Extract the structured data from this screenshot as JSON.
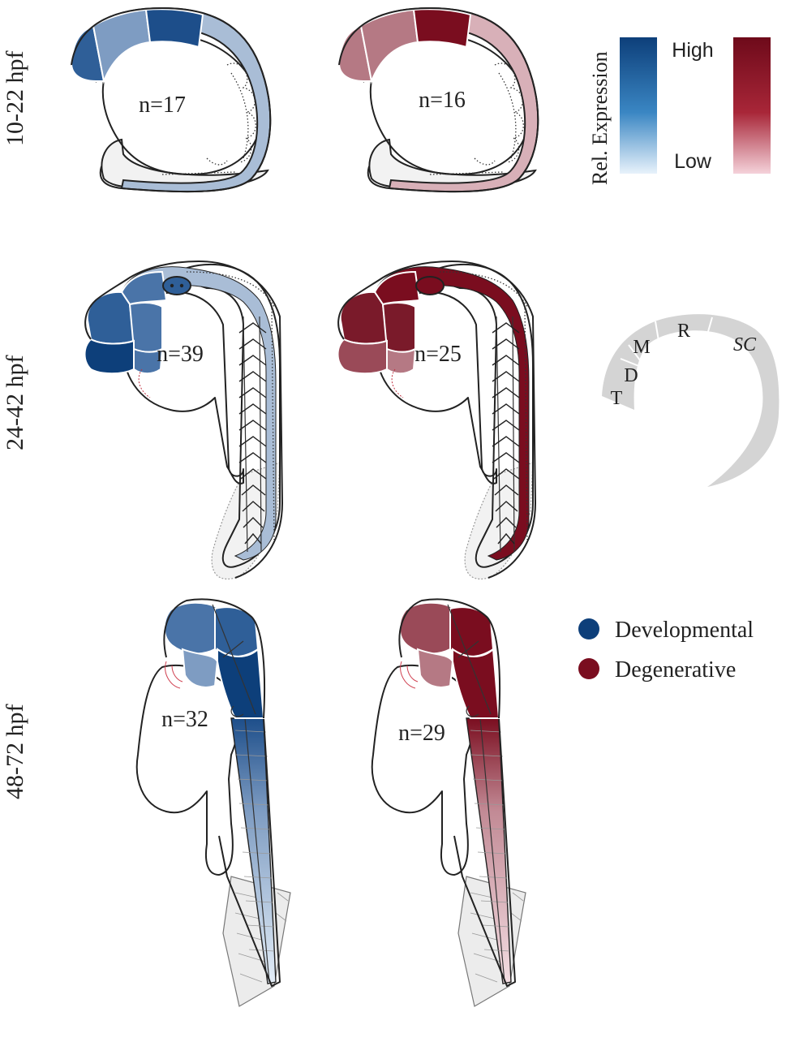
{
  "stage_labels": [
    "10-22 hpf",
    "24-42 hpf",
    "48-72 hpf"
  ],
  "counts": {
    "dev_10_22": "n=17",
    "deg_10_22": "n=16",
    "dev_24_42": "n=39",
    "deg_24_42": "n=25",
    "dev_48_72": "n=32",
    "deg_48_72": "n=29"
  },
  "scale_legend": {
    "title": "Rel. Expression",
    "high": "High",
    "low": "Low",
    "colors": {
      "blue_high": "#0d3f7a",
      "blue_low": "#e8f2fb",
      "red_high": "#6e0a1a",
      "red_low": "#f4d2da"
    }
  },
  "region_key": {
    "regions": [
      "T",
      "D",
      "M",
      "R",
      "SC"
    ],
    "color": "#d4d4d4"
  },
  "group_legend": [
    {
      "label": "Developmental",
      "color": "#0d3f7a"
    },
    {
      "label": "Degenerative",
      "color": "#7a0d1f"
    }
  ],
  "palettes": {
    "developmental": {
      "dark": "#0d3f7a",
      "mid": "#2f5f98",
      "mid2": "#4a74a8",
      "light": "#7e9cc2",
      "pale": "#a9bdd6",
      "faint": "#d3e2f0"
    },
    "degenerative": {
      "dark": "#6e0a1a",
      "mid": "#7a1a2a",
      "mid2": "#9a4a58",
      "light": "#b57984",
      "pale": "#d3a7af",
      "faint": "#eed4d9"
    }
  }
}
